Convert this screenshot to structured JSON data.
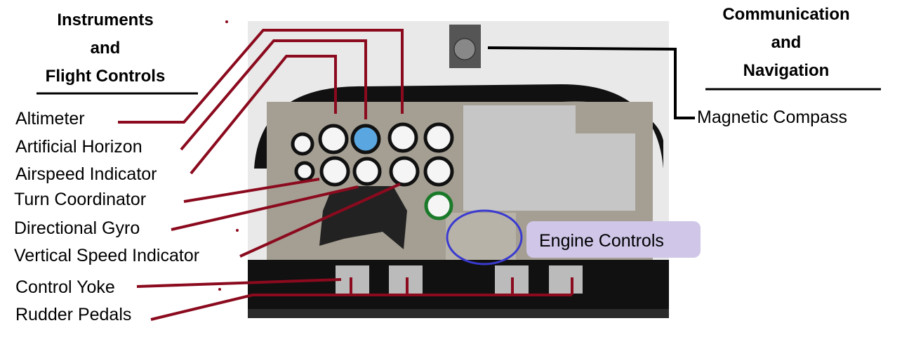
{
  "headers": {
    "left": [
      "Instruments",
      "and",
      "Flight Controls"
    ],
    "right": [
      "Communication",
      "and",
      "Navigation"
    ]
  },
  "labels": {
    "altimeter": "Altimeter",
    "artificial_horizon": "Artificial Horizon",
    "airspeed": "Airspeed Indicator",
    "turn_coordinator": "Turn Coordinator",
    "directional_gyro": "Directional Gyro",
    "vsi": "Vertical Speed Indicator",
    "control_yoke": "Control Yoke",
    "rudder_pedals": "Rudder Pedals",
    "magnetic_compass": "Magnetic Compass",
    "engine_controls": "Engine Controls"
  },
  "colors": {
    "leader": "#8b0a1e",
    "engine_ring": "#3a3ad0",
    "engine_box": "#cfc6e8"
  }
}
